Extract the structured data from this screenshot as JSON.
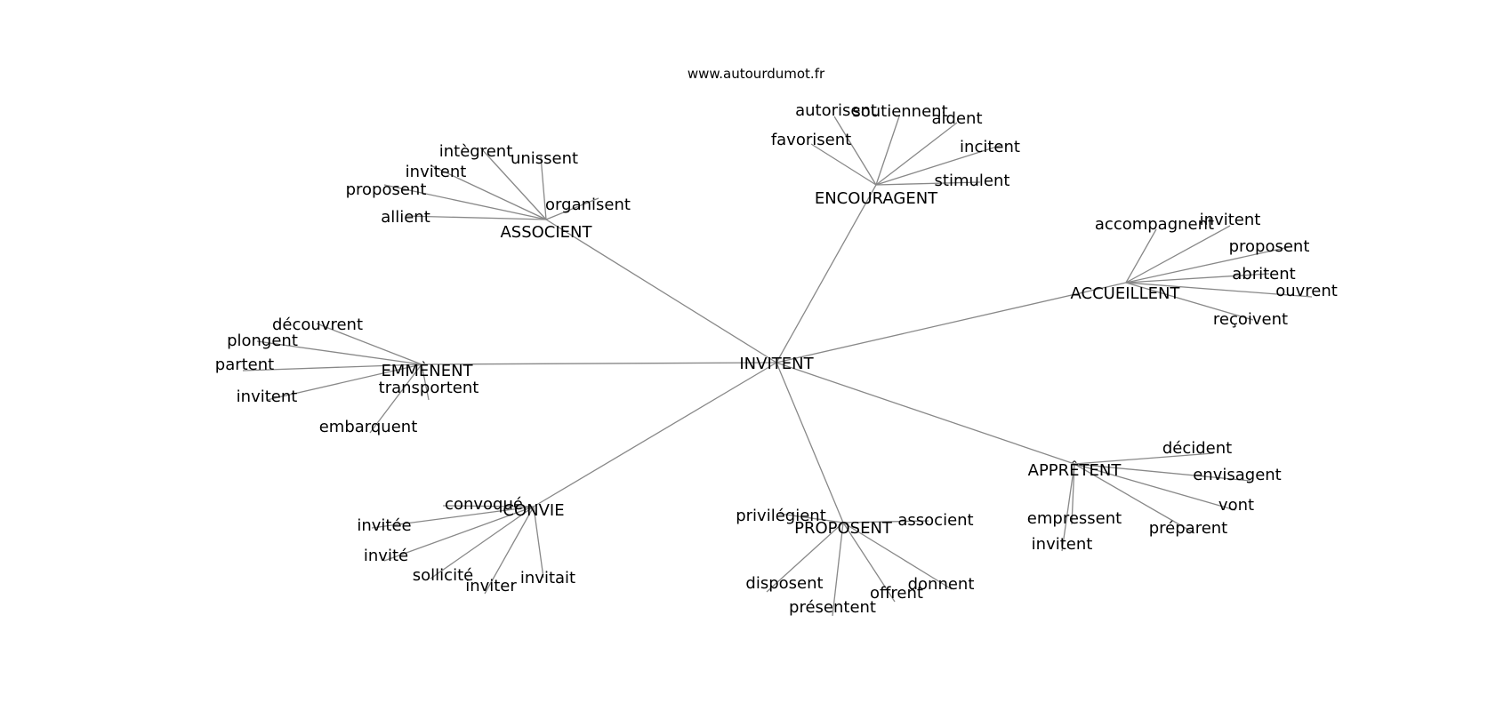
{
  "source": "www.autourdumot.fr",
  "center": "INVITENT",
  "groups": [
    {
      "label": "ASSOCIENT",
      "words": [
        "intègrent",
        "unissent",
        "invitent",
        "proposent",
        "organisent",
        "allient"
      ]
    },
    {
      "label": "ENCOURAGENT",
      "words": [
        "autorisent",
        "soutiennent",
        "aident",
        "favorisent",
        "incitent",
        "stimulent"
      ]
    },
    {
      "label": "ACCUEILLENT",
      "words": [
        "accompagnent",
        "invitent",
        "proposent",
        "abritent",
        "ouvrent",
        "reçoivent"
      ]
    },
    {
      "label": "EMMÈNENT",
      "words": [
        "découvrent",
        "plongent",
        "partent",
        "invitent",
        "transportent",
        "embarquent"
      ]
    },
    {
      "label": "APPRÊTENT",
      "words": [
        "décident",
        "envisagent",
        "vont",
        "empressent",
        "préparent",
        "invitent"
      ]
    },
    {
      "label": "CONVIE",
      "words": [
        "convoqué",
        "invitée",
        "invité",
        "sollicité",
        "inviter",
        "invitait"
      ]
    },
    {
      "label": "PROPOSENT",
      "words": [
        "privilégient",
        "associent",
        "disposent",
        "donnent",
        "présentent",
        "offrent"
      ]
    }
  ]
}
